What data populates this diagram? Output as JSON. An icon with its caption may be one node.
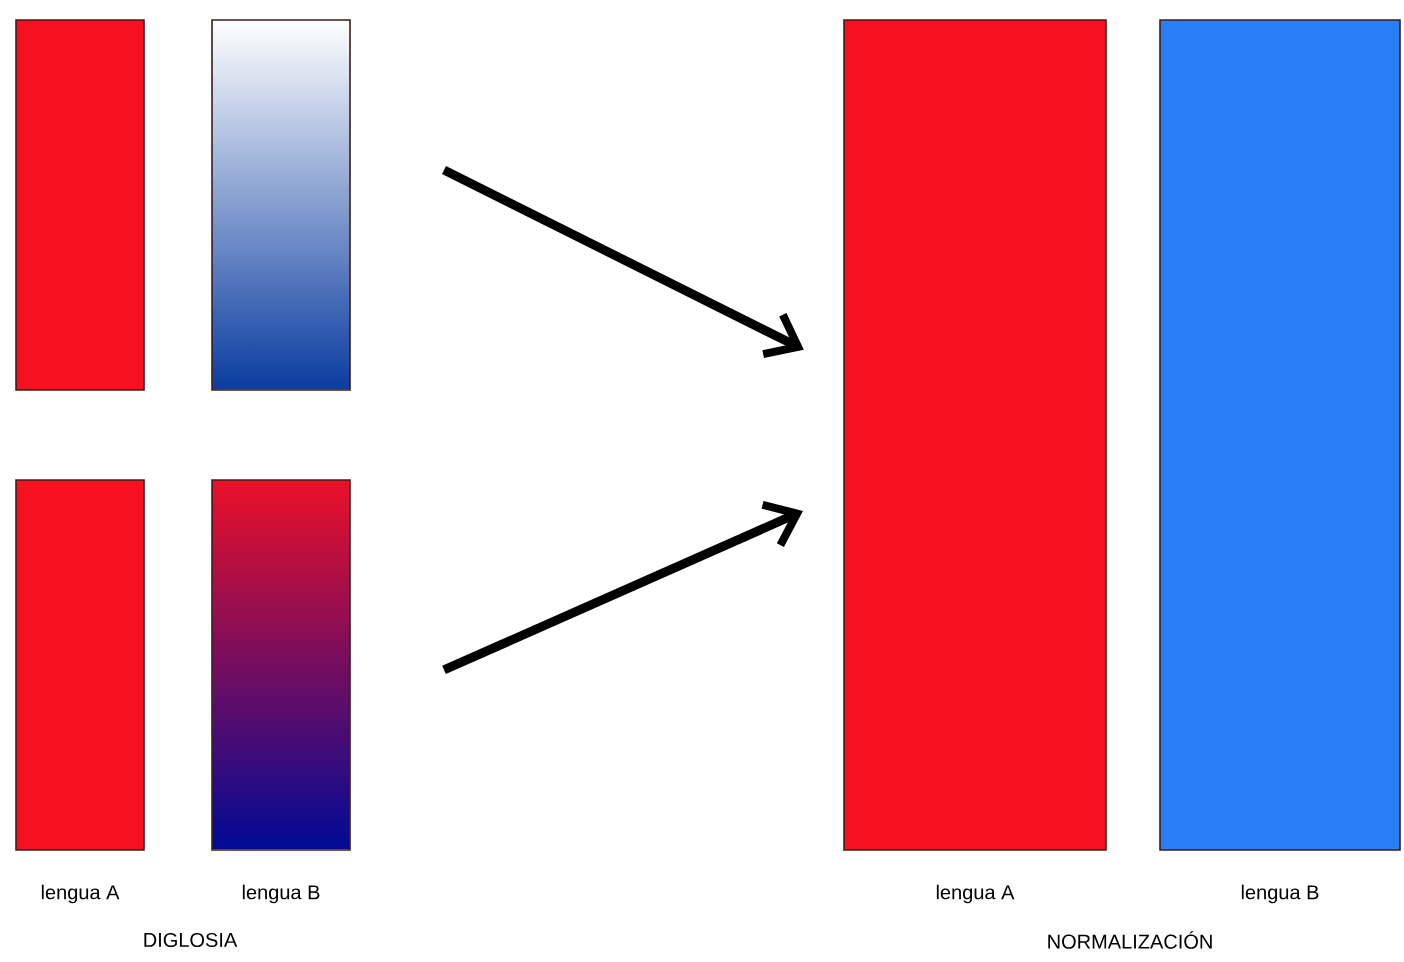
{
  "diagram": {
    "nodes": [
      {
        "text": [],
        "shape": "bar"
      },
      {
        "text": [],
        "shape": "bar"
      },
      {
        "text": [],
        "shape": "bar",
        "beside": [
          "lengua A"
        ]
      },
      {
        "text": [],
        "shape": "bar",
        "beside": [
          "lengua B"
        ]
      },
      {
        "text": [],
        "shape": "bar",
        "beside": [
          "lengua A"
        ]
      },
      {
        "text": [],
        "shape": "bar",
        "beside": [
          "lengua B"
        ]
      }
    ],
    "edges": [
      {
        "from": null,
        "to": 4,
        "arrow": "to"
      },
      {
        "from": null,
        "to": 4,
        "arrow": "to"
      }
    ],
    "labels": [
      "DIGLOSIA",
      "NORMALIZACIÓN"
    ]
  }
}
